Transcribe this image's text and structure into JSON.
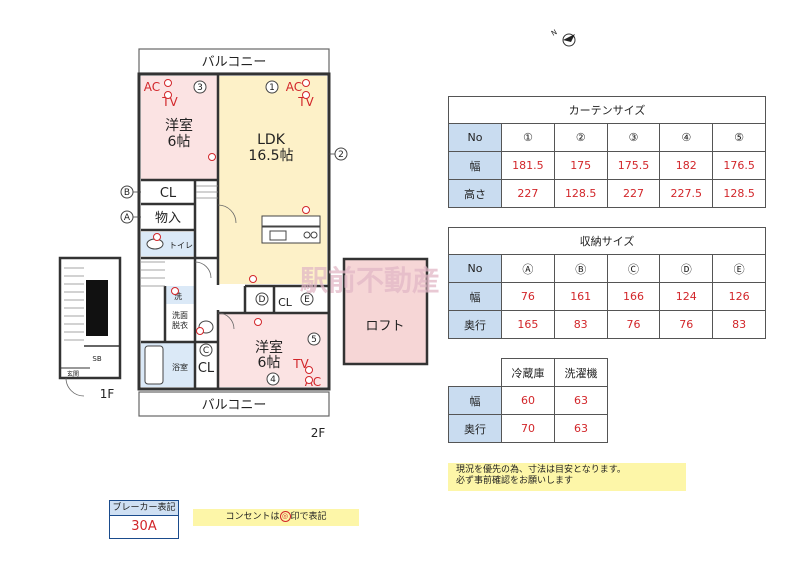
{
  "floorplan": {
    "balcony_top": "バルコニー",
    "balcony_bottom": "バルコニー",
    "ldk_name": "LDK",
    "ldk_size": "16.5帖",
    "room1_name": "洋室",
    "room1_size": "6帖",
    "room2_name": "洋室",
    "room2_size": "6帖",
    "cl_b": "CL",
    "storage_a": "物入",
    "toilet": "トイレ",
    "laundry": "洗",
    "washroom": "洗面\n脱衣",
    "bath": "浴室",
    "cl_c": "CL",
    "cl_d": "CL",
    "loft": "ロフト",
    "floor1": "1F",
    "floor2": "2F",
    "sb": "SB",
    "entrance": "玄関",
    "ac": "AC",
    "tv": "TV",
    "label_a": "A",
    "label_b": "B",
    "label_c": "C",
    "label_d": "D",
    "label_e": "E",
    "win1": "1",
    "win2": "2",
    "win3": "3",
    "win4": "4",
    "win5": "5",
    "watermark": "駅前不動産"
  },
  "curtain": {
    "title": "カーテンサイズ",
    "header": "No",
    "cols": [
      "①",
      "②",
      "③",
      "④",
      "⑤"
    ],
    "rows": [
      {
        "label": "幅",
        "values": [
          "181.5",
          "175",
          "175.5",
          "182",
          "176.5"
        ]
      },
      {
        "label": "高さ",
        "values": [
          "227",
          "128.5",
          "227",
          "227.5",
          "128.5"
        ]
      }
    ]
  },
  "storage": {
    "title": "収納サイズ",
    "header": "No",
    "cols": [
      "Ⓐ",
      "Ⓑ",
      "Ⓒ",
      "Ⓓ",
      "Ⓔ"
    ],
    "rows": [
      {
        "label": "幅",
        "values": [
          "76",
          "161",
          "166",
          "124",
          "126"
        ]
      },
      {
        "label": "奥行",
        "values": [
          "165",
          "83",
          "76",
          "76",
          "83"
        ]
      }
    ]
  },
  "appliance": {
    "cols": [
      "冷蔵庫",
      "洗濯機"
    ],
    "rows": [
      {
        "label": "幅",
        "values": [
          "60",
          "63"
        ]
      },
      {
        "label": "奥行",
        "values": [
          "70",
          "63"
        ]
      }
    ]
  },
  "note": {
    "line1": "現況を優先の為、寸法は目安となります。",
    "line2": "必ず事前確認をお願いします"
  },
  "breaker": {
    "title": "ブレーカー表記",
    "value": "30A"
  },
  "outlet_note": {
    "before": "コンセントは",
    "icon": "◎",
    "after": "印で表記"
  },
  "colors": {
    "room_pink": "#fbe3e3",
    "ldk_yellow": "#fdf1c8",
    "wet_blue": "#dbe9f7",
    "loft_pink": "#f6d6d6",
    "accent_red": "#d2262a",
    "header_blue": "#c9dcf0",
    "note_yellow": "#fdf6a8"
  }
}
